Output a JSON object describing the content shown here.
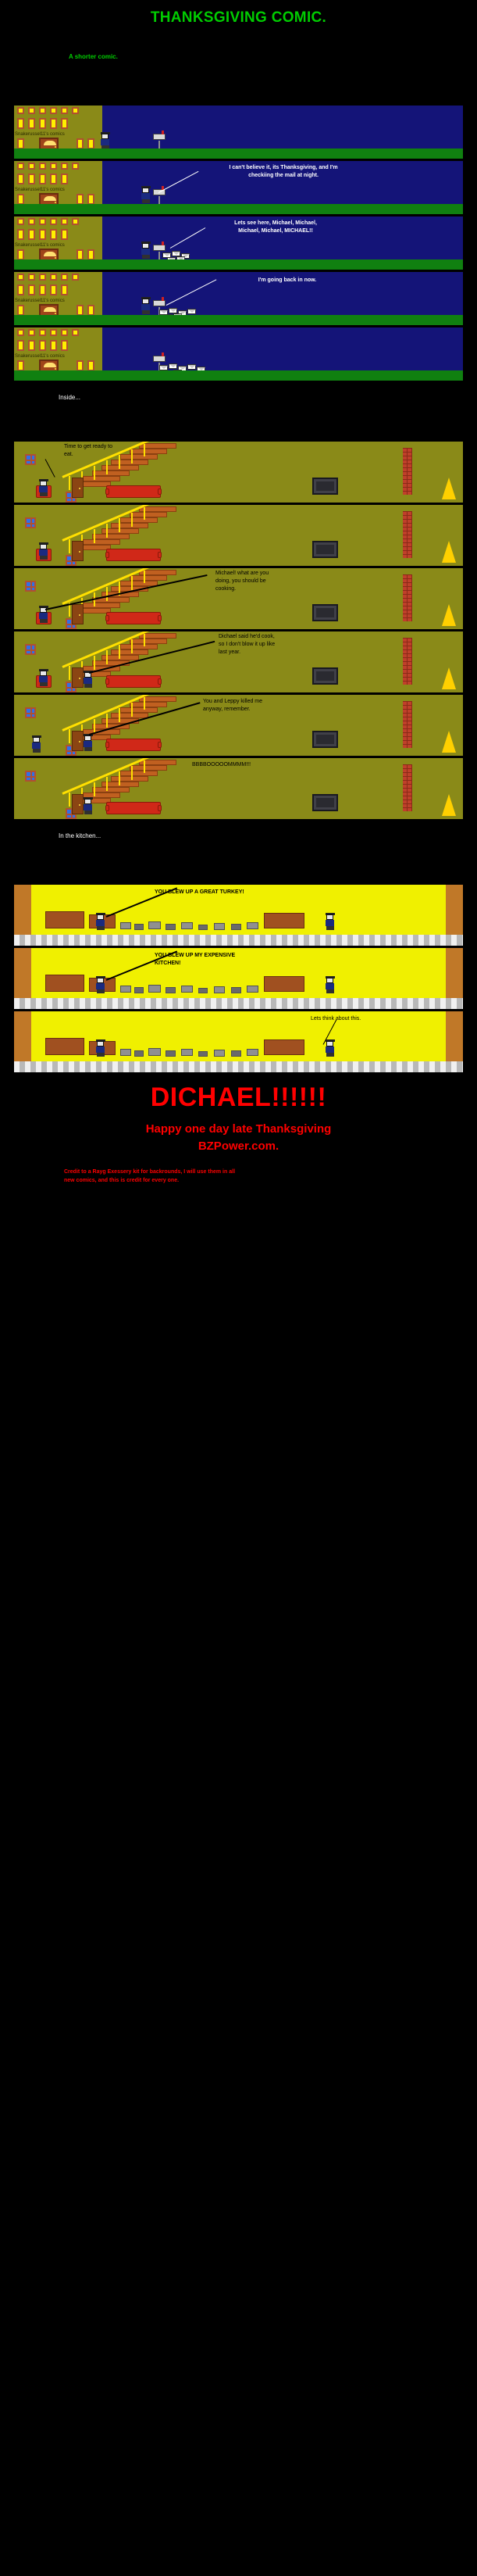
{
  "page": {
    "title": "THANKSGIVING COMIC.",
    "subtitle": "A shorter comic.",
    "background_color": "#000000",
    "title_color": "#00CC00",
    "outro_color": "#FF0000"
  },
  "house_sign": "Snakerussel11's comics",
  "interludes": {
    "inside": "Inside...",
    "kitchen": "In the kitchen..."
  },
  "outdoor_panels": [
    {
      "index": 1,
      "dialogue": ""
    },
    {
      "index": 2,
      "dialogue": "I can't believe it, its Thanksgiving, and I'm\ncheckiing the mail at night."
    },
    {
      "index": 3,
      "dialogue": "Lets see here, Michael, Michael,\nMichael, Michael, MICHAEL!!"
    },
    {
      "index": 4,
      "dialogue": "I'm going back in now."
    },
    {
      "index": 5,
      "dialogue": ""
    }
  ],
  "indoor_panels": [
    {
      "index": 1,
      "dialogue": "Time to get ready to\neat."
    },
    {
      "index": 2,
      "dialogue": ""
    },
    {
      "index": 3,
      "dialogue": "Michael! what are you\ndoing, you should be\ncooking."
    },
    {
      "index": 4,
      "dialogue": "Dichael said he'd cook,\nso I don't blow it up like\nlast year."
    },
    {
      "index": 5,
      "dialogue": "You and Leppy killed me\nanyway, remember."
    },
    {
      "index": 6,
      "dialogue": "BBBBOOOOOMMMM!!!"
    }
  ],
  "kitchen_panels": [
    {
      "index": 1,
      "dialogue": "YOU BLEW UP A GREAT TURKEY!"
    },
    {
      "index": 2,
      "dialogue": "YOU BLEW UP MY EXPENSIVE\nKITCHEN!"
    },
    {
      "index": 3,
      "dialogue": "Lets think about this."
    }
  ],
  "outro": {
    "shout": "DICHAEL!!!!!!",
    "greeting_line1": "Happy one day late Thanksgiving",
    "greeting_line2": "BZPower.com.",
    "credit": "Credit to a Rayg Exessery kit for backrounds, I will use them in all\nnew comics, and this is credit for every one."
  }
}
